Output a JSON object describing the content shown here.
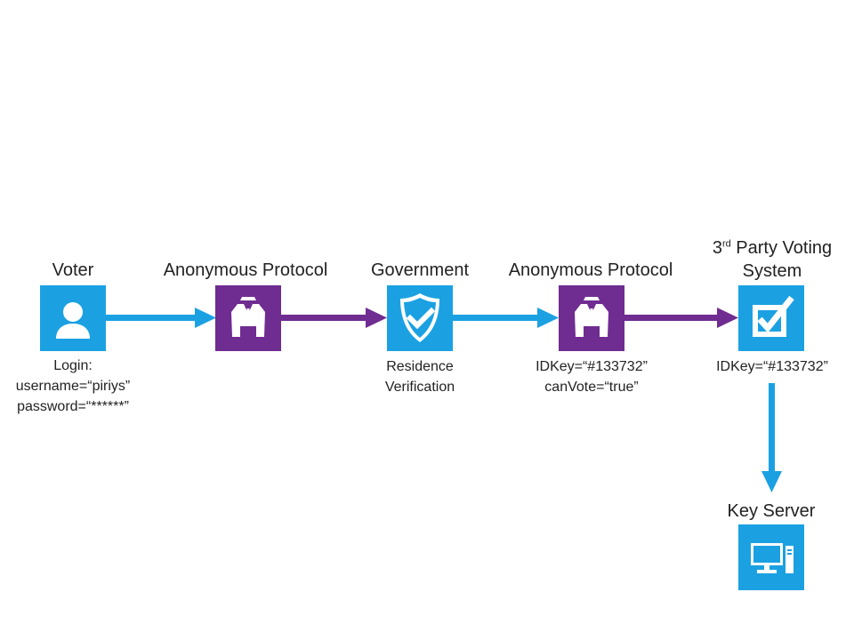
{
  "colors": {
    "blue": "#1ba1e2",
    "purple": "#6f2c91",
    "white": "#ffffff"
  },
  "nodes": [
    {
      "id": "voter",
      "title": "Voter",
      "icon": "person-icon",
      "color": "blue",
      "caption": [
        "Login:",
        "username=“piriys”",
        "password=“******”"
      ]
    },
    {
      "id": "anon1",
      "title": "Anonymous Protocol",
      "icon": "anonymous-suit-icon",
      "color": "purple",
      "caption": []
    },
    {
      "id": "government",
      "title": "Government",
      "icon": "shield-check-icon",
      "color": "blue",
      "caption": [
        "Residence",
        "Verification"
      ]
    },
    {
      "id": "anon2",
      "title": "Anonymous Protocol",
      "icon": "anonymous-suit-icon",
      "color": "purple",
      "caption": [
        "IDKey=“#133732”",
        "canVote=“true”"
      ]
    },
    {
      "id": "voting",
      "title_sup_prefix": "3",
      "title_sup": "rd",
      "title_line1": " Party Voting",
      "title_line2": "System",
      "icon": "checkbox-icon",
      "color": "blue",
      "caption": [
        "IDKey=“#133732”"
      ]
    },
    {
      "id": "keyserver",
      "title": "Key Server",
      "icon": "computer-icon",
      "color": "blue",
      "caption": []
    }
  ],
  "edges": [
    {
      "from": "voter",
      "to": "anon1",
      "color": "blue"
    },
    {
      "from": "anon1",
      "to": "government",
      "color": "purple"
    },
    {
      "from": "government",
      "to": "anon2",
      "color": "blue"
    },
    {
      "from": "anon2",
      "to": "voting",
      "color": "purple"
    },
    {
      "from": "voting",
      "to": "keyserver",
      "color": "blue"
    }
  ]
}
